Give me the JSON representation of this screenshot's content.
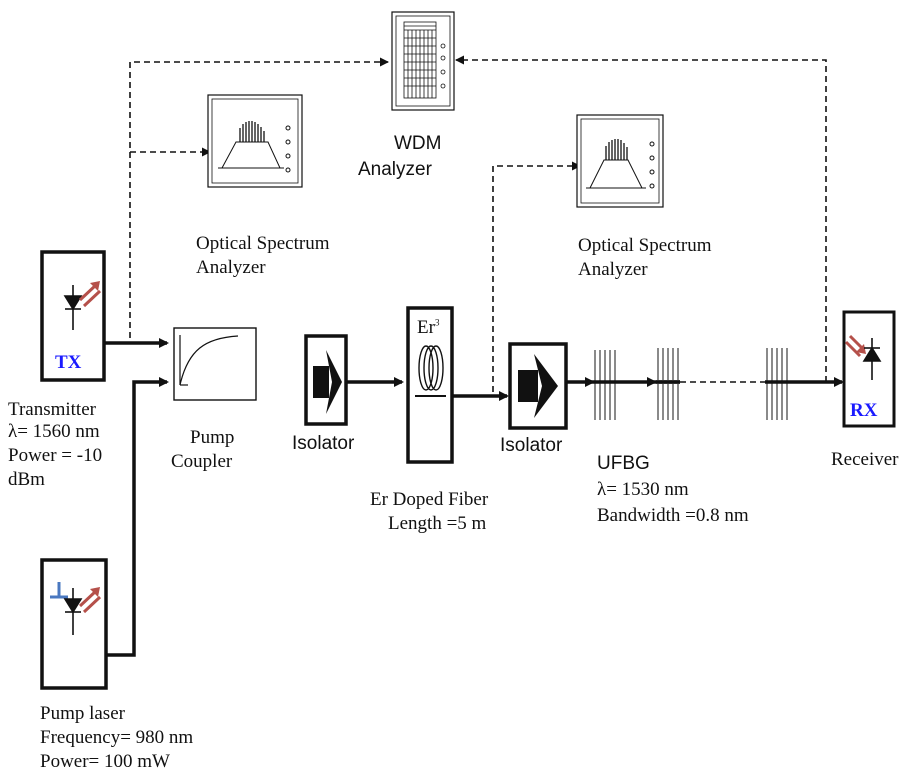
{
  "colors": {
    "line": "#111111",
    "tag_text": "#1a1aff",
    "led_arrow": "#b5504a",
    "pump_bar": "#4a78c0",
    "grating": "#8a8a8a"
  },
  "components": {
    "transmitter": {
      "tag": "TX",
      "label": "Transmitter",
      "wavelength": "λ= 1560 nm",
      "power": "Power = -10",
      "power_unit": "dBm",
      "icon": "laser-diode-icon"
    },
    "pump_laser": {
      "label": "Pump laser",
      "frequency": "Frequency= 980 nm",
      "power": "Power= 100 mW",
      "icon": "laser-diode-icon"
    },
    "pump_coupler": {
      "line1": "Pump",
      "line2": "Coupler",
      "icon": "coupler-curve-icon"
    },
    "osa_left": {
      "line1": "Optical Spectrum",
      "line2": "Analyzer",
      "icon": "spectrum-analyzer-icon"
    },
    "wdm": {
      "line1": "WDM",
      "line2": "Analyzer",
      "icon": "wdm-analyzer-icon"
    },
    "osa_right": {
      "line1": "Optical Spectrum",
      "line2": "Analyzer",
      "icon": "spectrum-analyzer-icon"
    },
    "isolator_1": {
      "label": "Isolator",
      "icon": "isolator-arrow-icon"
    },
    "er_fiber": {
      "symbol": "Er",
      "superscript": "3",
      "line1": "Er Doped Fiber",
      "line2": "Length =5 m",
      "icon": "fiber-coil-icon"
    },
    "isolator_2": {
      "label": "Isolator",
      "icon": "isolator-arrow-icon"
    },
    "ufbg": {
      "label": "UFBG",
      "wavelength": "λ= 1530 nm",
      "bandwidth": "Bandwidth =0.8 nm",
      "icon": "fiber-bragg-grating-icon"
    },
    "receiver": {
      "tag": "RX",
      "label": "Receiver",
      "icon": "photodiode-icon"
    }
  }
}
